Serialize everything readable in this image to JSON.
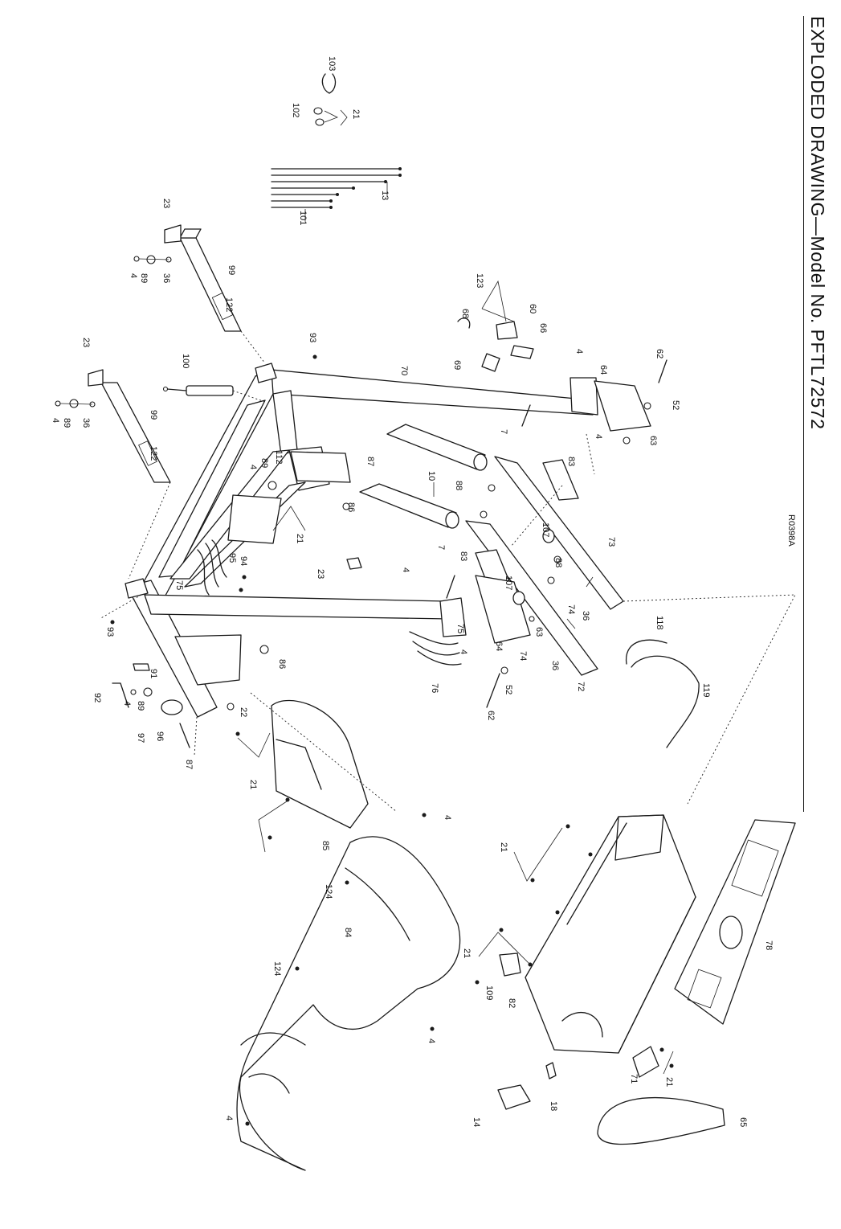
{
  "title": "EXPLODED DRAWING—Model No. PFTL72572",
  "drawing_code": "R0398A",
  "part_labels": {
    "p4": "4",
    "p7": "7",
    "p10": "10",
    "p13": "13",
    "p14": "14",
    "p18": "18",
    "p21": "21",
    "p22": "22",
    "p23": "23",
    "p36": "36",
    "p52": "52",
    "p60": "60",
    "p62": "62",
    "p63": "63",
    "p64": "64",
    "p65": "65",
    "p66": "66",
    "p68": "68",
    "p69": "69",
    "p70": "70",
    "p71": "71",
    "p72": "72",
    "p73": "73",
    "p74": "74",
    "p75": "75",
    "p76": "76",
    "p78": "78",
    "p82": "82",
    "p83": "83",
    "p84": "84",
    "p85": "85",
    "p86": "86",
    "p87": "87",
    "p88": "88",
    "p89": "89",
    "p91": "91",
    "p92": "92",
    "p93": "93",
    "p94": "94",
    "p95": "95",
    "p96": "96",
    "p97": "97",
    "p99": "99",
    "p100": "100",
    "p101": "101",
    "p102": "102",
    "p103": "103",
    "p107": "107",
    "p109": "109",
    "p112": "112",
    "p118": "118",
    "p119": "119",
    "p122": "122",
    "p123": "123",
    "p124": "124"
  }
}
